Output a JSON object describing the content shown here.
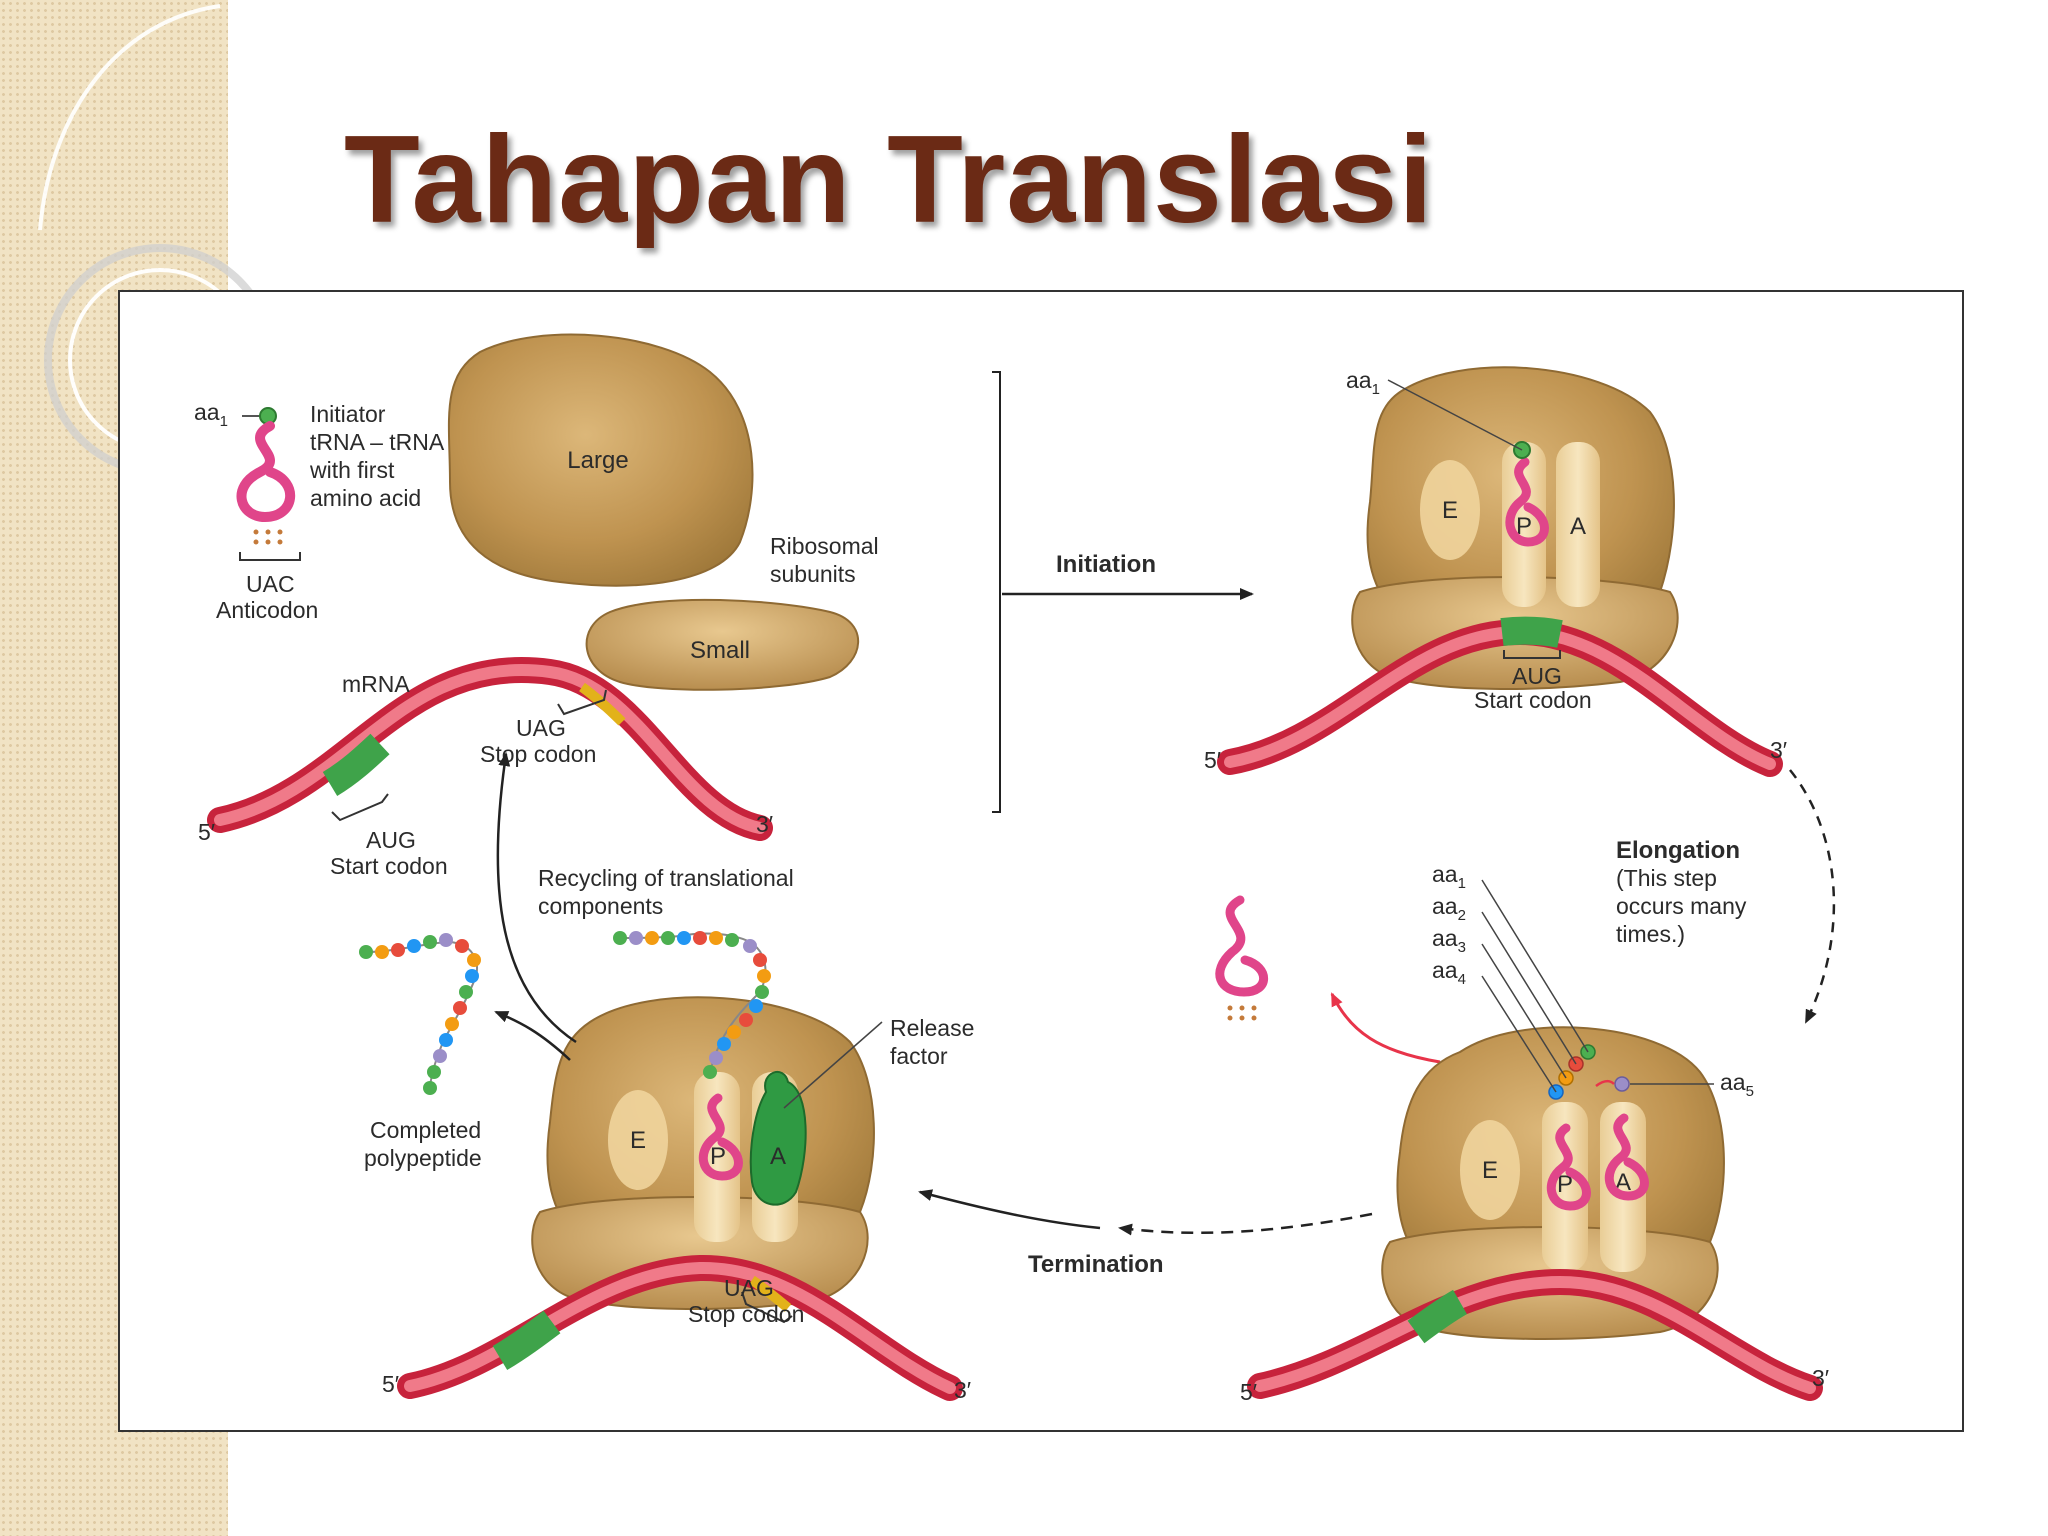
{
  "slide": {
    "title": "Tahapan Translasi"
  },
  "colors": {
    "title": "#6b2a15",
    "band": "#f1e3c4",
    "ribosome": "#c69a55",
    "mrna": "#e8344a",
    "start_codon": "#3fa34a",
    "stop_codon": "#e2b21a",
    "trna": "#e0458a",
    "release_factor": "#2f9a43"
  },
  "diagram": {
    "initiator": {
      "aa": "aa",
      "aa_sub": "1",
      "line1": "Initiator",
      "line2": "tRNA – tRNA",
      "line3": "with first",
      "line4": "amino acid",
      "anticodon_seq": "UAC",
      "anticodon": "Anticodon"
    },
    "subunits": {
      "large": "Large",
      "small": "Small",
      "line1": "Ribosomal",
      "line2": "subunits"
    },
    "free_mrna": {
      "label": "mRNA",
      "five": "5′",
      "three": "3′",
      "start_seq": "AUG",
      "start_label": "Start codon",
      "stop_seq": "UAG",
      "stop_label": "Stop codon"
    },
    "steps": {
      "initiation": "Initiation",
      "elongation": "Elongation",
      "elong_note1": "(This step",
      "elong_note2": "occurs many",
      "elong_note3": "times.)",
      "termination": "Termination",
      "recycling1": "Recycling of translational",
      "recycling2": "components"
    },
    "sites": {
      "e": "E",
      "p": "P",
      "a": "A"
    },
    "init_complex": {
      "aa": "aa",
      "aa_sub": "1",
      "codon_seq": "AUG",
      "codon_label": "Start codon",
      "five": "5′",
      "three": "3′"
    },
    "elong_complex": {
      "aa": "aa",
      "five": "5′",
      "three": "3′",
      "aa_labels": [
        {
          "sub": "1"
        },
        {
          "sub": "2"
        },
        {
          "sub": "3"
        },
        {
          "sub": "4"
        }
      ],
      "aa5_sub": "5"
    },
    "term_complex": {
      "release1": "Release",
      "release2": "factor",
      "codon_seq": "UAG",
      "codon_label": "Stop codon",
      "five": "5′",
      "three": "3′"
    },
    "product": {
      "line1": "Completed",
      "line2": "polypeptide"
    }
  }
}
